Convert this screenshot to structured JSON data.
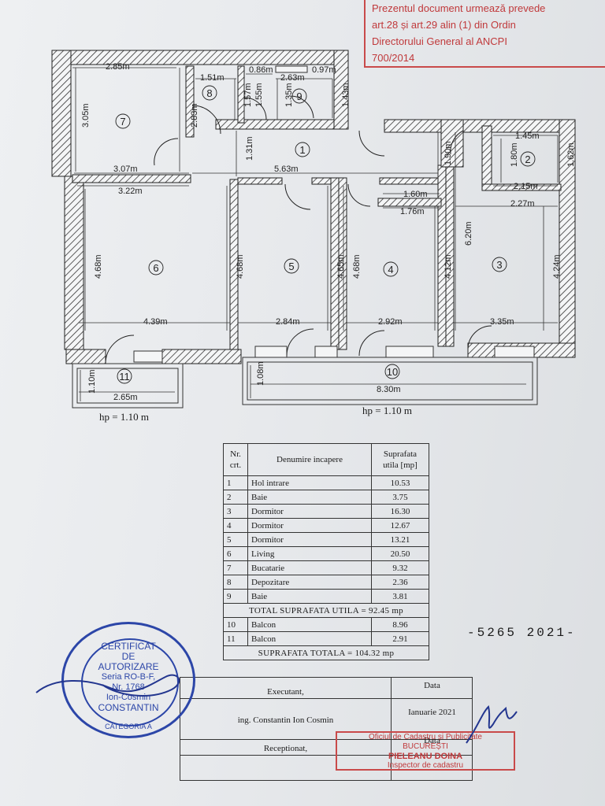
{
  "stamp_top": {
    "lines": [
      "Prezentul document urmează prevede",
      "art.28 și art.29 alin (1) din Ordin",
      "Directorului General al ANCPI",
      "700/2014"
    ]
  },
  "plan": {
    "dimensions": [
      "2.85m",
      "3.05m",
      "2.83m",
      "1.51m",
      "1.57m",
      "0.86m",
      "1.55m",
      "1.35m",
      "2.63m",
      "0.97m",
      "1.43m",
      "1.31m",
      "3.07m",
      "3.22m",
      "5.63m",
      "1.90m",
      "1.45m",
      "1.80m",
      "1.62m",
      "2.15m",
      "1.60m",
      "1.76m",
      "2.27m",
      "6.20m",
      "4.68m",
      "4.68m",
      "4.65m",
      "4.68m",
      "4.12m",
      "4.24m",
      "4.39m",
      "2.84m",
      "2.92m",
      "3.35m",
      "1.10m",
      "2.65m",
      "1.08m",
      "8.30m"
    ],
    "rooms": [
      "7",
      "8",
      "9",
      "1",
      "2",
      "6",
      "5",
      "4",
      "3",
      "11",
      "10"
    ],
    "hp_left": "hp = 1.10 m",
    "hp_right": "hp = 1.10 m"
  },
  "table": {
    "headers": [
      "Nr. crt.",
      "Denumire incapere",
      "Suprafata utila [mp]"
    ],
    "rows": [
      {
        "nr": "1",
        "name": "Hol intrare",
        "area": "10.53"
      },
      {
        "nr": "2",
        "name": "Baie",
        "area": "3.75"
      },
      {
        "nr": "3",
        "name": "Dormitor",
        "area": "16.30"
      },
      {
        "nr": "4",
        "name": "Dormitor",
        "area": "12.67"
      },
      {
        "nr": "5",
        "name": "Dormitor",
        "area": "13.21"
      },
      {
        "nr": "6",
        "name": "Living",
        "area": "20.50"
      },
      {
        "nr": "7",
        "name": "Bucatarie",
        "area": "9.32"
      },
      {
        "nr": "8",
        "name": "Depozitare",
        "area": "2.36"
      },
      {
        "nr": "9",
        "name": "Baie",
        "area": "3.81"
      }
    ],
    "total_utila": "TOTAL SUPRAFATA UTILA = 92.45 mp",
    "balcony_rows": [
      {
        "nr": "10",
        "name": "Balcon",
        "area": "8.96"
      },
      {
        "nr": "11",
        "name": "Balcon",
        "area": "2.91"
      }
    ],
    "total": "SUPRAFATA TOTALA = 104.32 mp"
  },
  "ref_number": "-5265 2021-",
  "signature_block": {
    "executant_label": "Executant,",
    "data_label": "Data",
    "executant_name": "ing. Constantin Ion Cosmin",
    "date": "Ianuarie 2021",
    "receptionat_label": "Receptionat,",
    "data_label2": "Data"
  },
  "cert_stamp": {
    "lines": [
      "CERTIFICAT",
      "DE",
      "AUTORIZARE",
      "Seria RO-B-F,",
      "Nr. 1768",
      "Ion-Cosmin",
      "CONSTANTIN",
      "CATEGORIA A"
    ]
  },
  "red_stamp": {
    "lines": [
      "Oficiul de Cadastru și Publicitate",
      "BUCUREȘTI",
      "PIELEANU DOINA",
      "Inspector de cadastru"
    ]
  }
}
